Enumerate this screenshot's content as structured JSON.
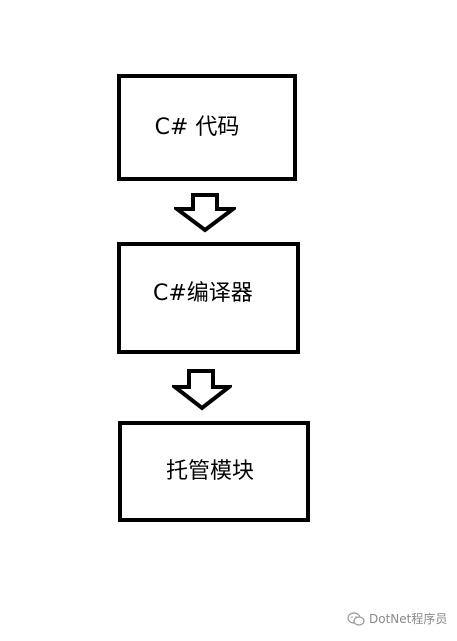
{
  "diagram": {
    "nodes": [
      {
        "id": "csharp-code",
        "label": "C# 代码"
      },
      {
        "id": "csharp-compiler",
        "label": "C#编译器"
      },
      {
        "id": "managed-module",
        "label": "托管模块"
      }
    ],
    "edges": [
      {
        "from": "csharp-code",
        "to": "csharp-compiler"
      },
      {
        "from": "csharp-compiler",
        "to": "managed-module"
      }
    ]
  },
  "watermark": {
    "text": "DotNet程序员",
    "icon": "wechat-icon"
  }
}
